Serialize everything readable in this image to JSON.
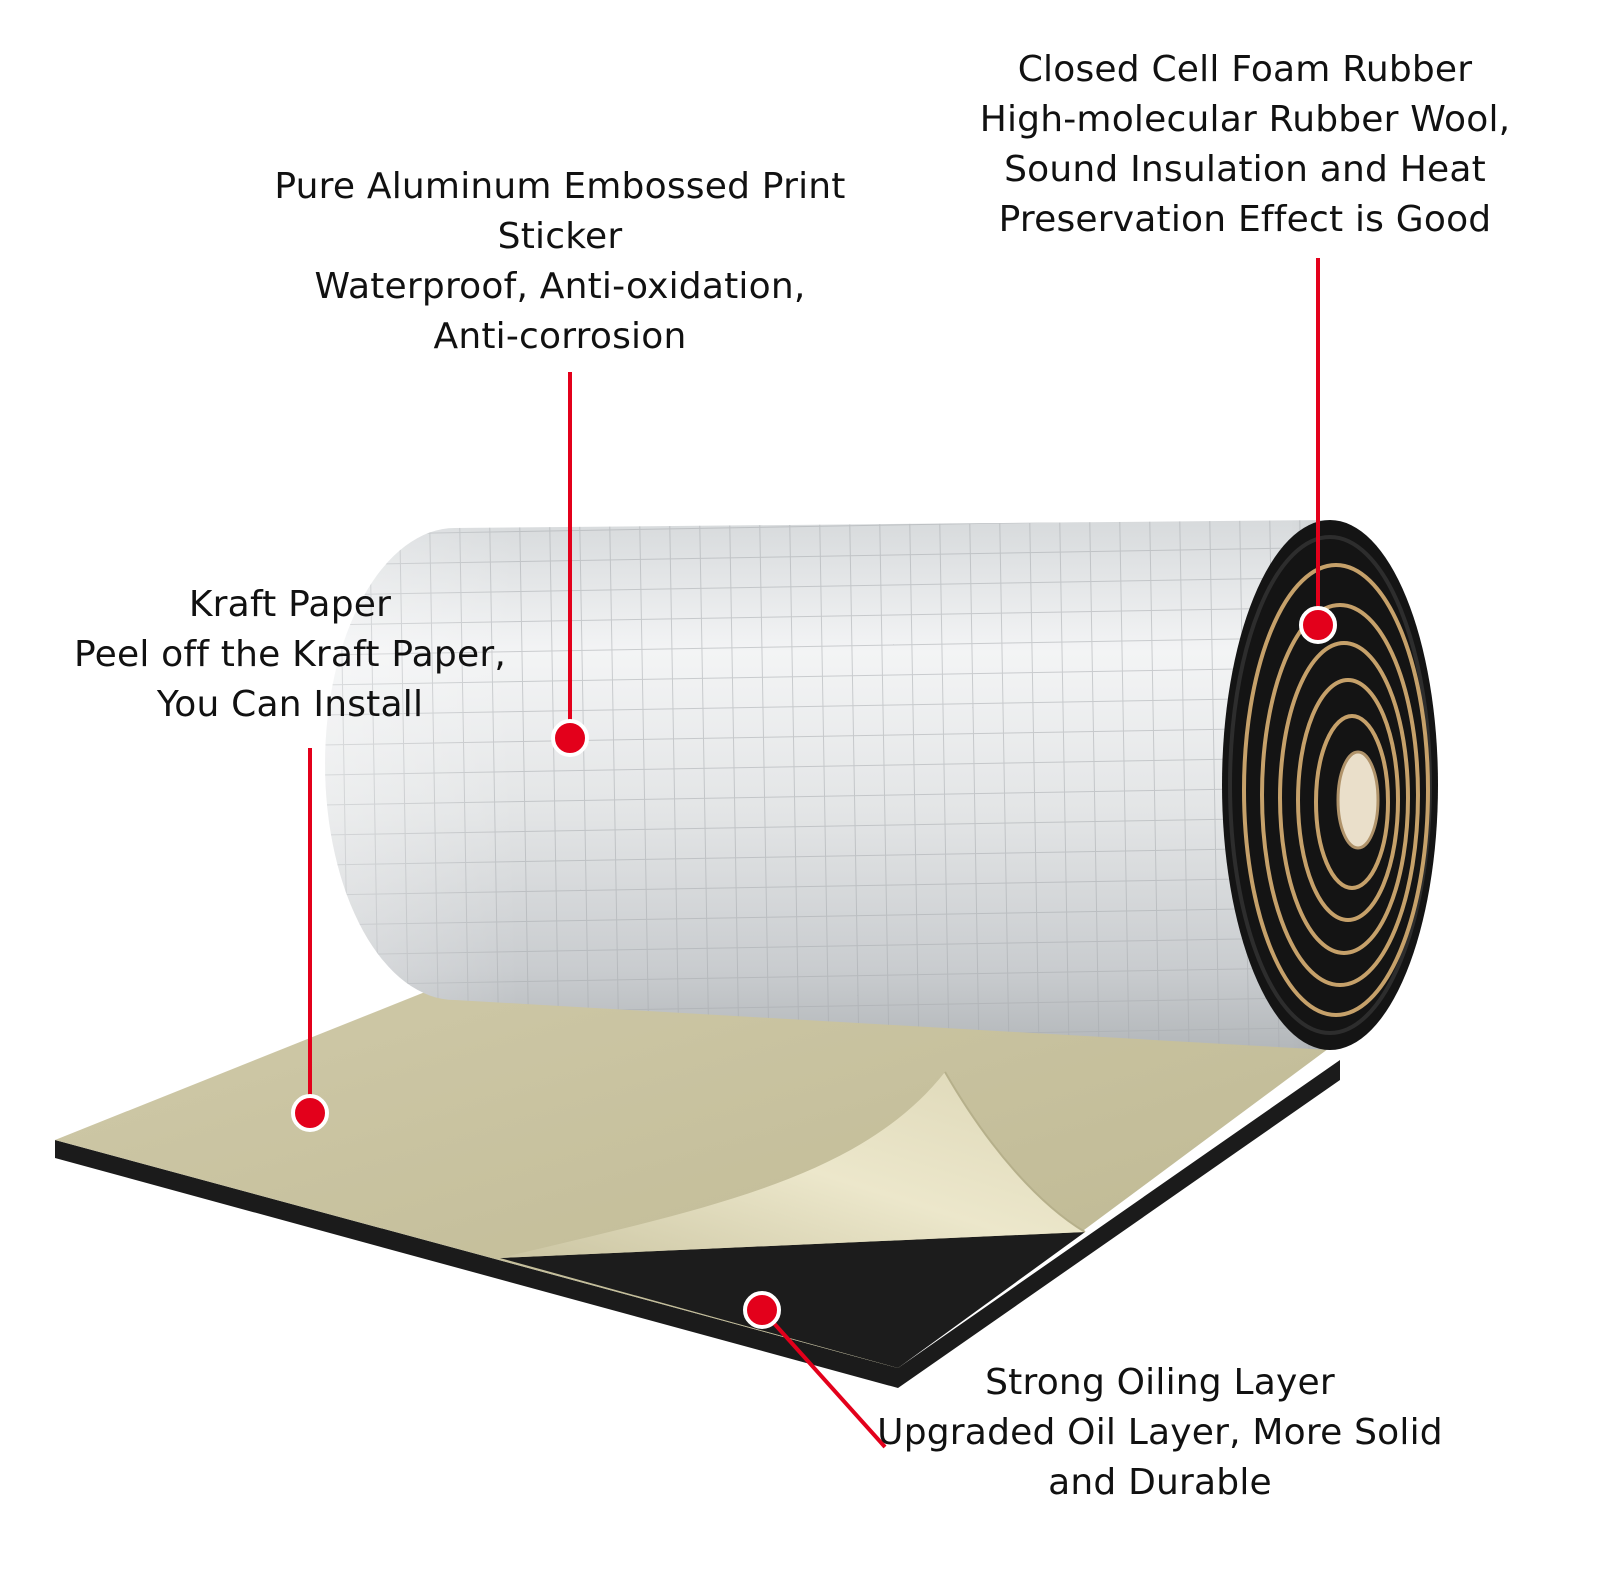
{
  "colors": {
    "accent_red": "#e3001b",
    "foil_light": "#eceeef",
    "foil_dark": "#b9bdc0",
    "kraft_paper": "#c9c3a0",
    "rubber_black": "#1b1b1b",
    "inner_ring": "#c6a16a",
    "core_tube": "#eadfca"
  },
  "callouts": [
    {
      "id": "aluminum",
      "lines": [
        "Pure Aluminum Embossed Print",
        "Sticker",
        "Waterproof, Anti-oxidation,",
        "Anti-corrosion"
      ]
    },
    {
      "id": "foam",
      "lines": [
        "Closed Cell Foam Rubber",
        "High-molecular Rubber Wool,",
        "Sound Insulation and Heat",
        "Preservation Effect is Good"
      ]
    },
    {
      "id": "kraft",
      "lines": [
        "Kraft Paper",
        "Peel off the Kraft Paper,",
        "You Can Install"
      ]
    },
    {
      "id": "oil",
      "lines": [
        "Strong Oiling Layer",
        "Upgraded Oil Layer, More Solid",
        "and Durable"
      ]
    }
  ]
}
